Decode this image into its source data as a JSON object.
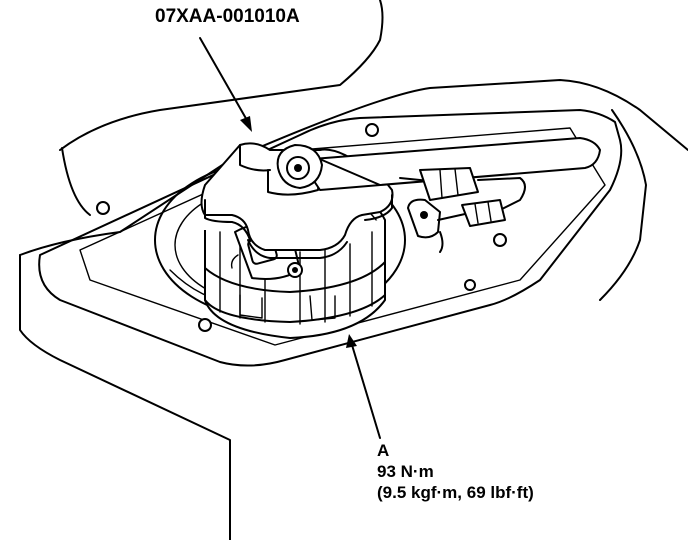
{
  "tool": {
    "part_number": "07XAA-001010A"
  },
  "callout_a": {
    "letter": "A",
    "torque_nm": "93 N·m",
    "torque_alt": "(9.5 kgf·m, 69 lbf·ft)"
  }
}
